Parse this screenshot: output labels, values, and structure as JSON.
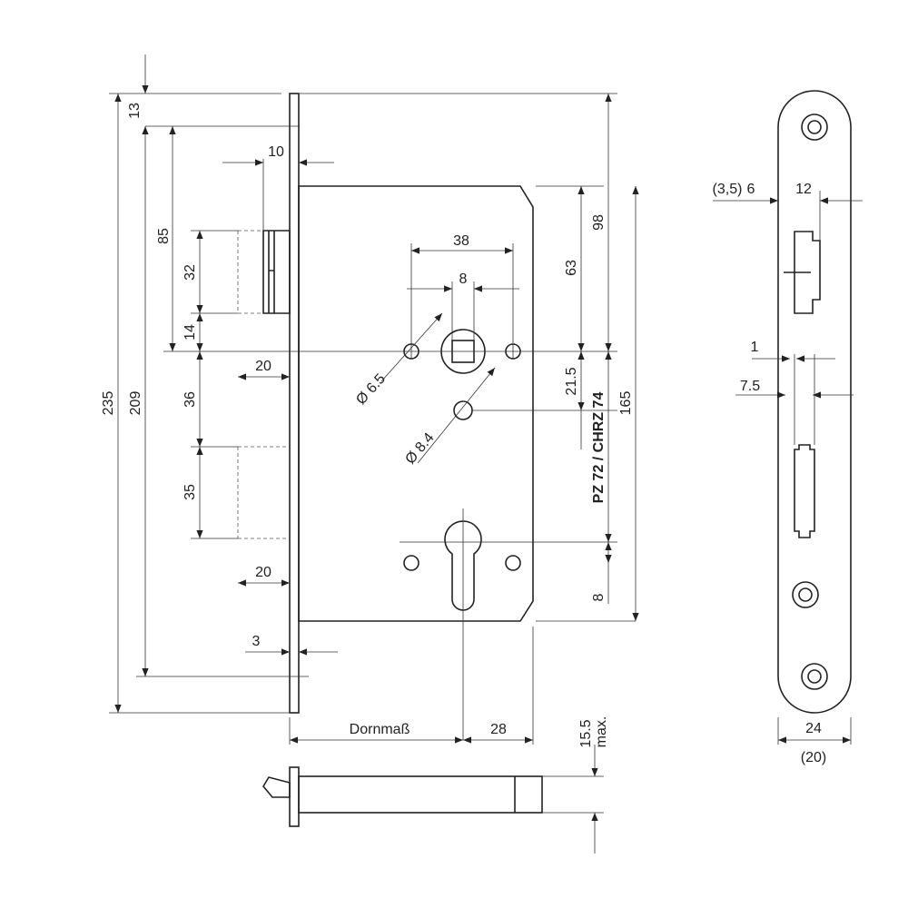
{
  "labels": {
    "d13": "13",
    "d10": "10",
    "d85": "85",
    "d32": "32",
    "d14": "14",
    "d20a": "20",
    "d36": "36",
    "d35": "35",
    "d20b": "20",
    "d3": "3",
    "d235": "235",
    "d209": "209",
    "d38": "38",
    "d8a": "8",
    "dia65": "Ø 6.5",
    "dia84": "Ø 8.4",
    "d63": "63",
    "d98": "98",
    "d215": "21.5",
    "d165": "165",
    "d8b": "8",
    "pz": "PZ 72 / CHRZ 74",
    "dornmass": "Dornmaß",
    "d28": "28",
    "d155": "15.5",
    "max": "max.",
    "d35p": "(3,5)",
    "d6": "6",
    "d12": "12",
    "d1": "1",
    "d75": "7.5",
    "d24": "24",
    "d20p": "(20)"
  }
}
